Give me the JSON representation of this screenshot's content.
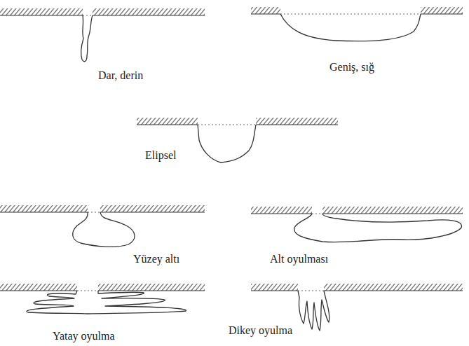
{
  "diagram": {
    "labels": [
      "Dar, derin",
      "Geniş, sığ",
      "Elipsel",
      "Yüzey altı",
      "Alt oyulması",
      "Yatay oyulma",
      "Dikey oyulma"
    ]
  }
}
